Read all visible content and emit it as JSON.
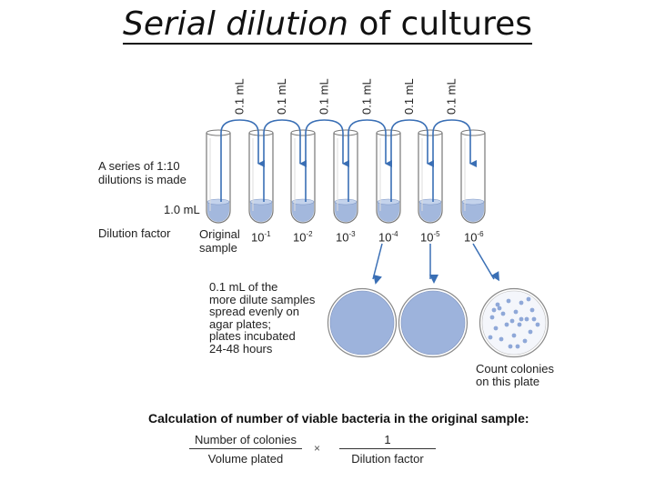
{
  "title": {
    "italic": "Serial dilution",
    "rest": " of cultures"
  },
  "transfer_label": "0.1 mL",
  "tubes": [
    {
      "factor_base": "Original",
      "factor_exp": "",
      "factor_line2": "sample"
    },
    {
      "factor_base": "10",
      "factor_exp": "-1",
      "factor_line2": ""
    },
    {
      "factor_base": "10",
      "factor_exp": "-2",
      "factor_line2": ""
    },
    {
      "factor_base": "10",
      "factor_exp": "-3",
      "factor_line2": ""
    },
    {
      "factor_base": "10",
      "factor_exp": "-4",
      "factor_line2": ""
    },
    {
      "factor_base": "10",
      "factor_exp": "-5",
      "factor_line2": ""
    },
    {
      "factor_base": "10",
      "factor_exp": "-6",
      "factor_line2": ""
    }
  ],
  "left_labels": {
    "series_line1": "A series of 1:10",
    "series_line2": "dilutions is made",
    "volume": "1.0 mL",
    "dilution_factor": "Dilution factor"
  },
  "plating_text": [
    "0.1 mL of the",
    "more dilute samples",
    "spread evenly on",
    "agar plates;",
    "plates incubated",
    "24-48 hours"
  ],
  "count_text": [
    "Count colonies",
    "on this plate"
  ],
  "calculation": {
    "heading": "Calculation of number of viable bacteria in the original sample:",
    "frac1_num": "Number of colonies",
    "frac1_den": "Volume plated",
    "times": "×",
    "frac2_num": "1",
    "frac2_den": "Dilution factor"
  },
  "colors": {
    "liquid": "#a3b8dd",
    "plate": "#9db3dc",
    "arrow": "#3a6fb5",
    "colony": "#8fa8d8"
  }
}
